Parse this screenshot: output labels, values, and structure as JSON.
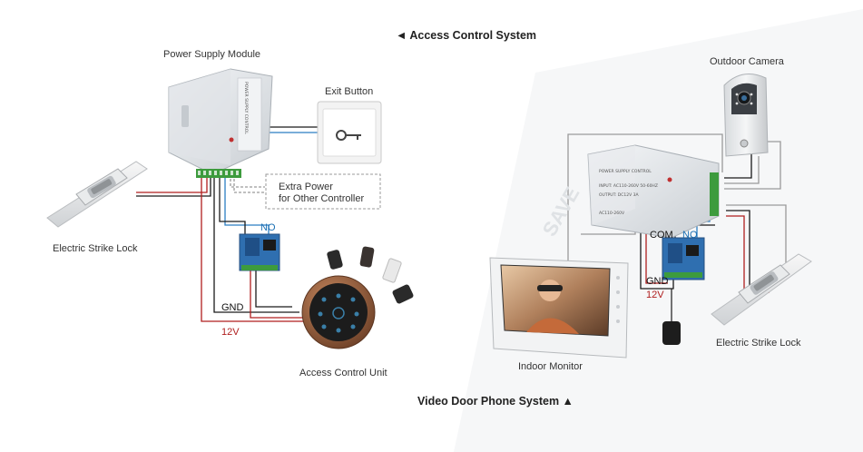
{
  "headers": {
    "access": "◄ Access Control System",
    "video": "Video Door Phone System ▲"
  },
  "labels": {
    "power_supply_module": "Power Supply Module",
    "exit_button": "Exit Button",
    "extra_power_line1": "Extra Power",
    "extra_power_line2": "for Other Controller",
    "electric_strike_left": "Electric Strike Lock",
    "access_control_unit": "Access Control Unit",
    "outdoor_camera": "Outdoor Camera",
    "indoor_monitor": "Indoor Monitor",
    "electric_strike_right": "Electric Strike Lock"
  },
  "tags": {
    "no_left": "NO",
    "gnd_left": "GND",
    "v12_left": "12V",
    "com_right": "COM",
    "no_right": "NO",
    "gnd_right": "GND",
    "v12_right": "12V"
  },
  "device_text": {
    "psu_left_title": "POWER SUPPLY CONTROL",
    "psu_right_title": "POWER SUPPLY CONTROL",
    "psu_right_input": "INPUT: AC110-260V 50-60HZ",
    "psu_right_output": "OUTPUT: DC12V 3A",
    "psu_right_ac": "AC110-260V",
    "watermark": "SAVE"
  },
  "colors": {
    "wire_black": "#1a1a1a",
    "wire_red": "#b01e1e",
    "wire_blue": "#2b7ec2",
    "wire_gray": "#9a9a9a",
    "relay_blue": "#2f6fb0",
    "terminal_green": "#3d9b3d",
    "bronze": "#8a5a3c"
  }
}
